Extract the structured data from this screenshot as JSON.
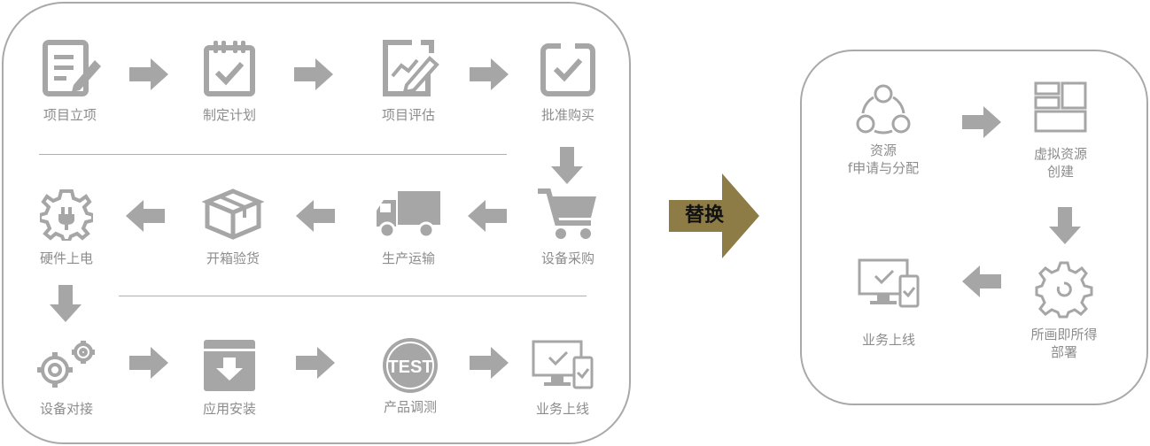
{
  "left_flow": {
    "row1": [
      "项目立项",
      "制定计划",
      "项目评估",
      "批准购买"
    ],
    "row2": [
      "硬件上电",
      "开箱验货",
      "生产运输",
      "设备采购"
    ],
    "row3": [
      "设备对接",
      "应用安装",
      "产品调测",
      "业务上线"
    ],
    "test_badge": "TEST"
  },
  "transition": {
    "label": "替换",
    "color": "#8e7c46"
  },
  "right_flow": {
    "n1_line1": "资源",
    "n1_line2": "f申请与分配",
    "n2_line1": "虚拟资源",
    "n2_line2": "创建",
    "n3_line1": "所画即所得",
    "n3_line2": "部署",
    "n4": "业务上线"
  },
  "colors": {
    "icon": "#a6a6a6",
    "text": "#8c8c8c",
    "border": "#a9a9a9"
  }
}
